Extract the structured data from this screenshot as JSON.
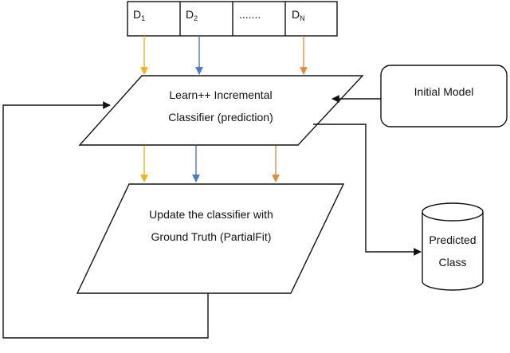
{
  "data_blocks": {
    "cells": [
      {
        "main": "D",
        "sub": "1"
      },
      {
        "main": "D",
        "sub": "2"
      },
      {
        "main": ".......",
        "sub": ""
      },
      {
        "main": "D",
        "sub": "N"
      }
    ]
  },
  "classifier": {
    "line1": "Learn++ Incremental",
    "line2": "Classifier (prediction)"
  },
  "update": {
    "line1": "Update the classifier with",
    "line2": "Ground Truth (PartialFit)"
  },
  "initial_model": {
    "label": "Initial Model"
  },
  "predicted": {
    "line1": "Predicted",
    "line2": "Class"
  },
  "colors": {
    "arrow_d1": "#f2b21a",
    "arrow_d2": "#4a78c2",
    "arrow_dn": "#e58a3a",
    "line": "#111111"
  }
}
